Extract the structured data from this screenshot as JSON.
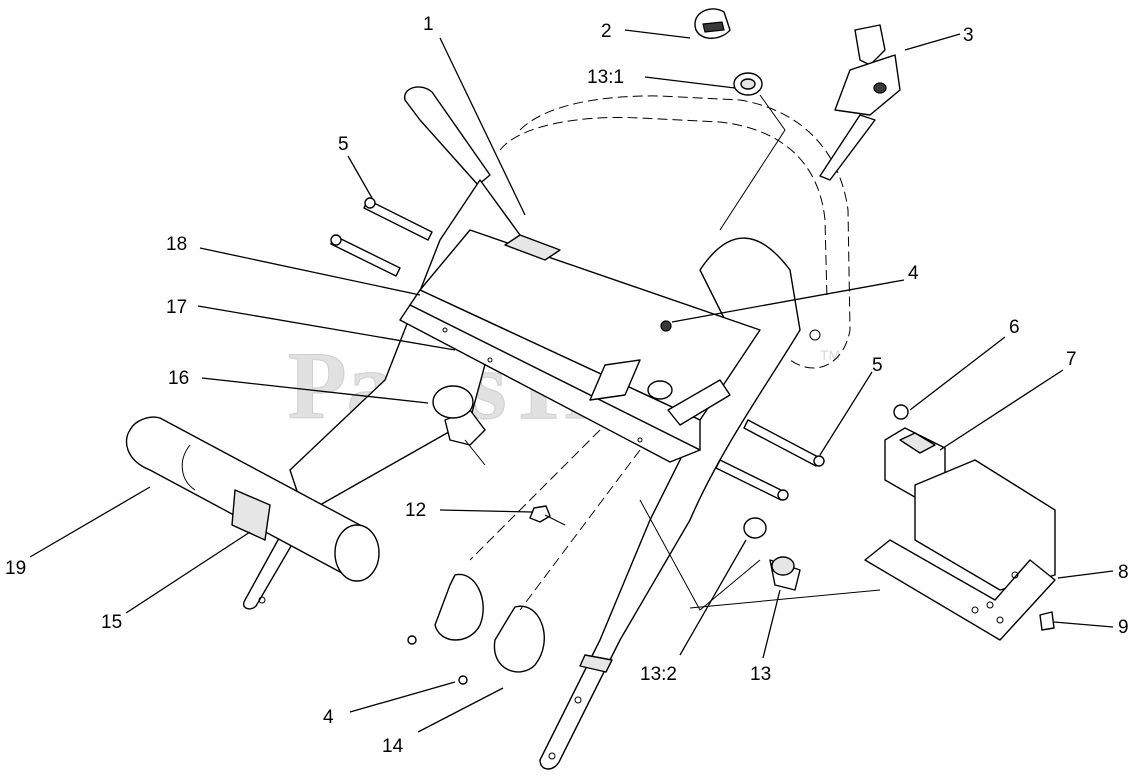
{
  "watermark": {
    "text": "PartsTree",
    "tm": "TM"
  },
  "callouts": [
    {
      "id": "c1",
      "label": "1"
    },
    {
      "id": "c2",
      "label": "2"
    },
    {
      "id": "c3",
      "label": "3"
    },
    {
      "id": "c131",
      "label": "13:1"
    },
    {
      "id": "c5a",
      "label": "5"
    },
    {
      "id": "c18",
      "label": "18"
    },
    {
      "id": "c4a",
      "label": "4"
    },
    {
      "id": "c17",
      "label": "17"
    },
    {
      "id": "c16",
      "label": "16"
    },
    {
      "id": "c6",
      "label": "6"
    },
    {
      "id": "c7",
      "label": "7"
    },
    {
      "id": "c5b",
      "label": "5"
    },
    {
      "id": "c12",
      "label": "12"
    },
    {
      "id": "c19",
      "label": "19"
    },
    {
      "id": "c15",
      "label": "15"
    },
    {
      "id": "c8",
      "label": "8"
    },
    {
      "id": "c9",
      "label": "9"
    },
    {
      "id": "c132",
      "label": "13:2"
    },
    {
      "id": "c13",
      "label": "13"
    },
    {
      "id": "c4b",
      "label": "4"
    },
    {
      "id": "c14",
      "label": "14"
    }
  ]
}
